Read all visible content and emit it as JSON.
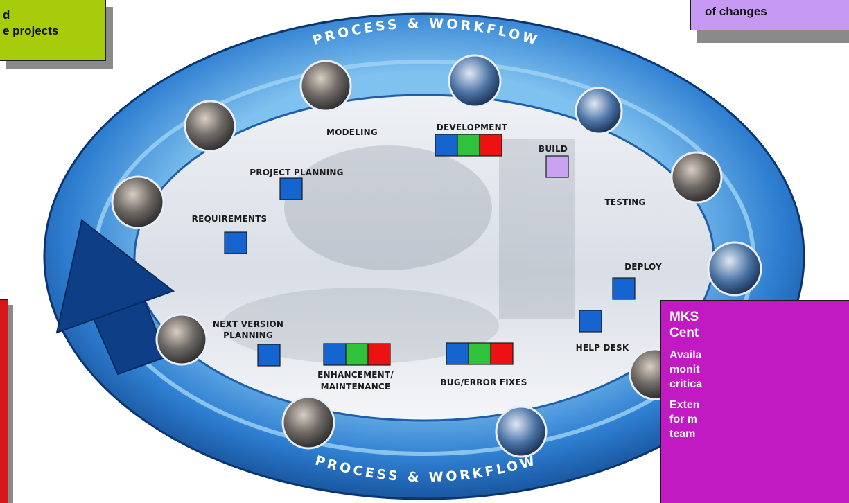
{
  "ring_text": {
    "top": "PROCESS & WORKFLOW",
    "bottom": "PROCESS & WORKFLOW"
  },
  "stages": {
    "modeling": "MODELING",
    "development": "DEVELOPMENT",
    "build": "BUILD",
    "project_planning": "PROJECT PLANNING",
    "testing": "TESTING",
    "requirements": "REQUIREMENTS",
    "deploy": "DEPLOY",
    "next_version_1": "NEXT VERSION",
    "next_version_2": "PLANNING",
    "help_desk": "HELP DESK",
    "enhancement_1": "ENHANCEMENT/",
    "enhancement_2": "MAINTENANCE",
    "bug_fixes": "BUG/ERROR FIXES"
  },
  "callouts": {
    "top_left": {
      "line1": "d",
      "line2": "e projects"
    },
    "top_right": {
      "line1": "of changes"
    },
    "right": {
      "title1": "MKS",
      "title2": "Cent",
      "para1_1": "Availa",
      "para1_2": "monit",
      "para1_3": "critica",
      "para2_1": "Exten",
      "para2_2": "for m",
      "para2_3": "team"
    }
  },
  "colors": {
    "ring_dark": "#0b3d82",
    "ring_mid": "#2f7fd1",
    "ring_light": "#7fc1ef",
    "marker_blue": "#1565d0",
    "marker_green": "#2fc23a",
    "marker_red": "#ee1111",
    "marker_lavender": "#c9a3f2",
    "callout_green": "#a6cc0c",
    "callout_lavender": "#c69af3",
    "callout_magenta": "#c21ac3",
    "callout_red": "#d41818"
  }
}
